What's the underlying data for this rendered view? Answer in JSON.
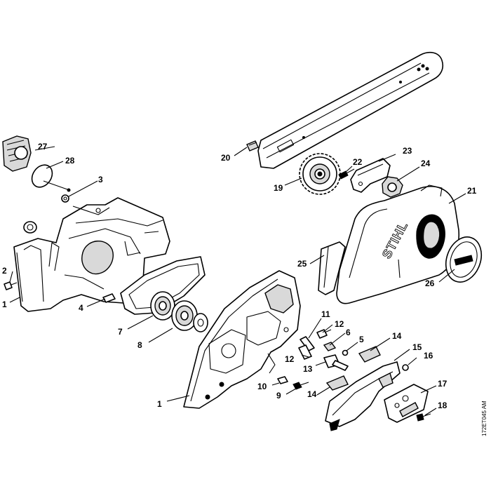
{
  "drawing_code": "172ET045 AM",
  "brand_logo": "STIHL",
  "callouts": {
    "c1a": "1",
    "c1b": "1",
    "c2": "2",
    "c3": "3",
    "c4": "4",
    "c5": "5",
    "c6": "6",
    "c7": "7",
    "c8": "8",
    "c9": "9",
    "c10": "10",
    "c11": "11",
    "c12a": "12",
    "c12b": "12",
    "c13": "13",
    "c14a": "14",
    "c14b": "14",
    "c15": "15",
    "c16": "16",
    "c17": "17",
    "c18": "18",
    "c19": "19",
    "c20": "20",
    "c21": "21",
    "c22": "22",
    "c23": "23",
    "c24": "24",
    "c25": "25",
    "c26": "26",
    "c27": "27",
    "c28": "28"
  }
}
